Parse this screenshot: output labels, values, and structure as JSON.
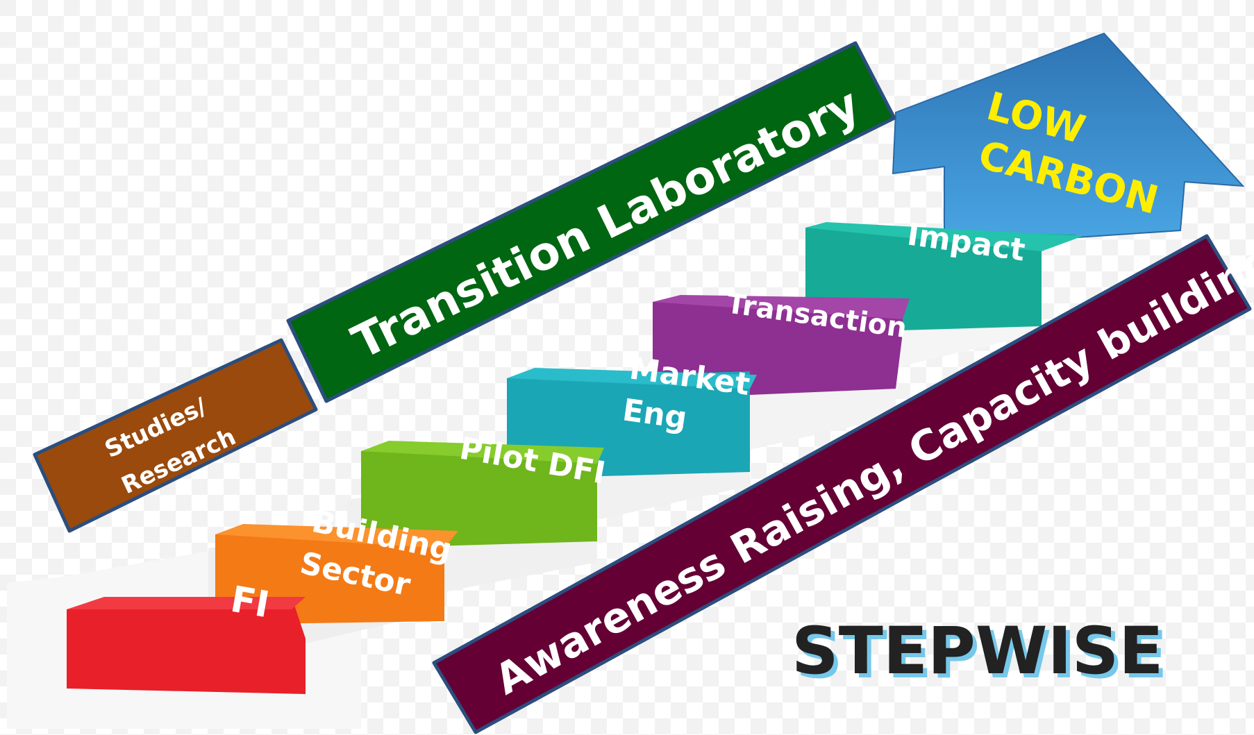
{
  "arrow": {
    "line1": "LOW",
    "line2": "CARBON"
  },
  "banners": {
    "studies_line1": "Studies/",
    "studies_line2": "Research",
    "transition_lab": "Transition Laboratory",
    "awareness": "Awareness Raising, Capacity building"
  },
  "steps": [
    {
      "line1": "FI",
      "line2": ""
    },
    {
      "line1": "Building",
      "line2": "Sector"
    },
    {
      "line1": "Pilot DFI",
      "line2": ""
    },
    {
      "line1": "Market",
      "line2": "Eng"
    },
    {
      "line1": "Transaction",
      "line2": ""
    },
    {
      "line1": "Impact",
      "line2": ""
    }
  ],
  "brand": "STEPWISE",
  "colors": {
    "fi": "#e8202a",
    "building": "#f47a16",
    "pilot": "#6fb51c",
    "market": "#1aa6b5",
    "transaction": "#8e2f92",
    "impact": "#17ab97",
    "arrow": "#3a8fd0",
    "studies": "#9a4a0c",
    "transition": "#006611",
    "awareness": "#650035",
    "arrow_text": "#ffee00",
    "brand": "#222222"
  }
}
